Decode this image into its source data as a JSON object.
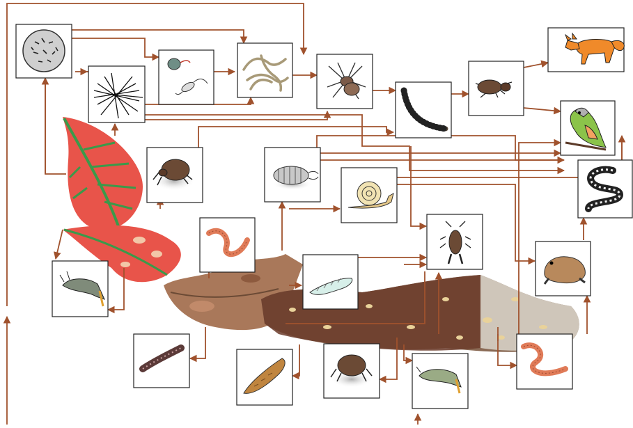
{
  "diagram": {
    "type": "soil food web",
    "arrow_color": "#a0522d",
    "nodes": [
      {
        "id": "bacteria",
        "icon": "bacteria-culture-icon"
      },
      {
        "id": "fungi",
        "icon": "fungal-hyphae-icon"
      },
      {
        "id": "protozoa",
        "icon": "protozoa-icon"
      },
      {
        "id": "nematodes",
        "icon": "nematode-worms-icon"
      },
      {
        "id": "spider",
        "icon": "spider-icon"
      },
      {
        "id": "centipede",
        "icon": "centipede-icon"
      },
      {
        "id": "beetle",
        "icon": "beetle-icon"
      },
      {
        "id": "fox",
        "icon": "fox-icon"
      },
      {
        "id": "bird",
        "icon": "bird-icon"
      },
      {
        "id": "snake",
        "icon": "snake-icon"
      },
      {
        "id": "mite-top",
        "icon": "mite-icon"
      },
      {
        "id": "woodlouse",
        "icon": "woodlouse-icon"
      },
      {
        "id": "snail",
        "icon": "snail-icon"
      },
      {
        "id": "earthworm-small",
        "icon": "earthworm-icon"
      },
      {
        "id": "earwig",
        "icon": "earwig-icon"
      },
      {
        "id": "toad",
        "icon": "toad-icon"
      },
      {
        "id": "springtail-left",
        "icon": "springtail-icon"
      },
      {
        "id": "larva",
        "icon": "insect-larva-icon"
      },
      {
        "id": "millipede",
        "icon": "millipede-icon"
      },
      {
        "id": "fly-larva",
        "icon": "fly-larva-icon"
      },
      {
        "id": "mite-bottom",
        "icon": "mite-icon"
      },
      {
        "id": "springtail-bottom",
        "icon": "springtail-icon"
      },
      {
        "id": "earthworm-bottom",
        "icon": "earthworm-icon"
      }
    ],
    "background": [
      "fresh-leaves-icon",
      "leaf-litter-icon",
      "humus-soil-icon"
    ]
  }
}
